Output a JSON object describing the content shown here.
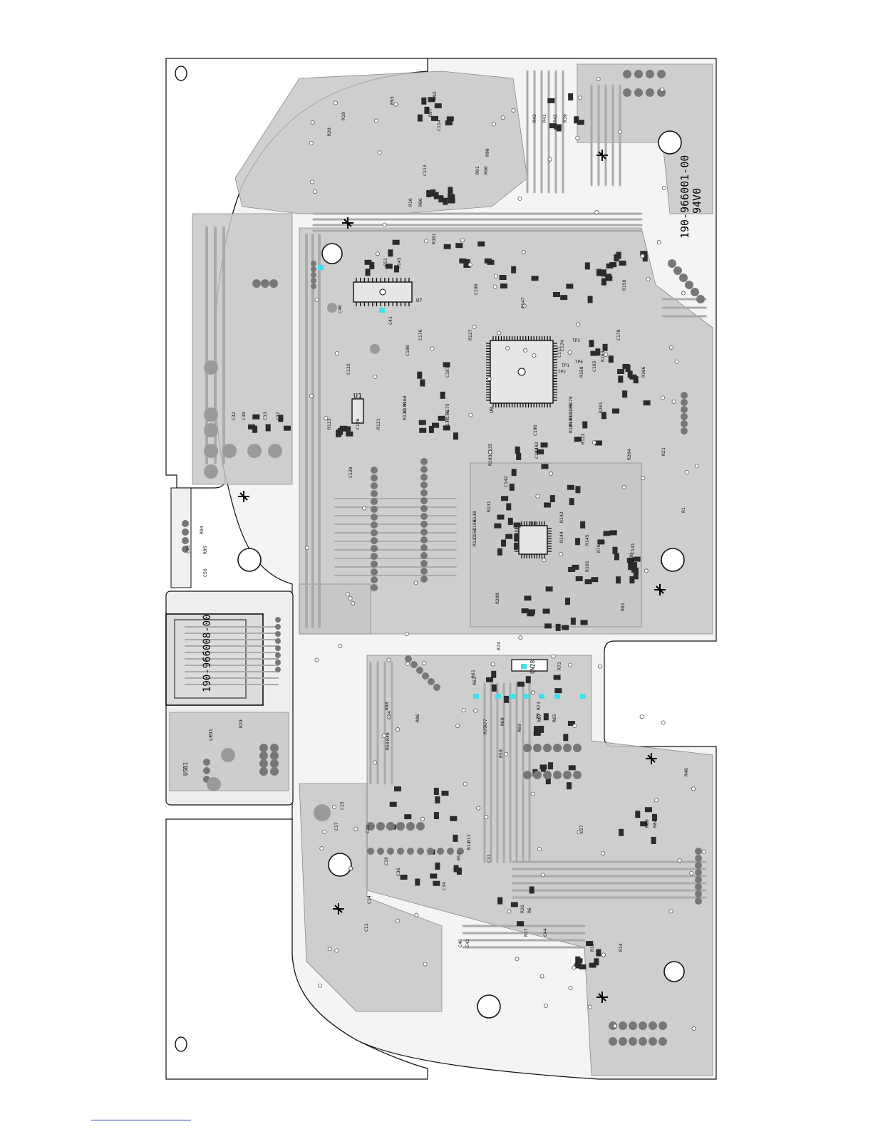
{
  "board": {
    "main_part_number": "190-966001-00",
    "main_rating": "94V0",
    "sub_part_number": "190-966008-00"
  },
  "ics": [
    {
      "ref": "U7"
    },
    {
      "ref": "U9"
    },
    {
      "ref": "U8"
    },
    {
      "ref": "U1"
    }
  ],
  "connectors": [
    {
      "ref": "CN28"
    },
    {
      "ref": "USB1"
    },
    {
      "ref": "LED1"
    }
  ],
  "test_points": [
    "TP3",
    "TP1",
    "TP2",
    "TP6"
  ],
  "components": [
    {
      "ref": "R43"
    },
    {
      "ref": "R41"
    },
    {
      "ref": "R42"
    },
    {
      "ref": "R39"
    },
    {
      "ref": "R93"
    },
    {
      "ref": "R92"
    },
    {
      "ref": "R97"
    },
    {
      "ref": "R19"
    },
    {
      "ref": "R20"
    },
    {
      "ref": "C114"
    },
    {
      "ref": "C113"
    },
    {
      "ref": "R91"
    },
    {
      "ref": "R90"
    },
    {
      "ref": "R98"
    },
    {
      "ref": "R10"
    },
    {
      "ref": "R86"
    },
    {
      "ref": "R301"
    },
    {
      "ref": "R143"
    },
    {
      "ref": "C51"
    },
    {
      "ref": "C41"
    },
    {
      "ref": "C40"
    },
    {
      "ref": "C190"
    },
    {
      "ref": "R147"
    },
    {
      "ref": "R127"
    },
    {
      "ref": "R150"
    },
    {
      "ref": "C174"
    },
    {
      "ref": "C177"
    },
    {
      "ref": "C178"
    },
    {
      "ref": "C176"
    },
    {
      "ref": "R163"
    },
    {
      "ref": "C165"
    },
    {
      "ref": "R158"
    },
    {
      "ref": "R166"
    },
    {
      "ref": "C132"
    },
    {
      "ref": "C180"
    },
    {
      "ref": "C187"
    },
    {
      "ref": "R168"
    },
    {
      "ref": "R170"
    },
    {
      "ref": "R172"
    },
    {
      "ref": "R175"
    },
    {
      "ref": "R176"
    },
    {
      "ref": "R177"
    },
    {
      "ref": "R179"
    },
    {
      "ref": "R180"
    },
    {
      "ref": "R182"
    },
    {
      "ref": "R183"
    },
    {
      "ref": "R185"
    },
    {
      "ref": "R201"
    },
    {
      "ref": "R122"
    },
    {
      "ref": "C196"
    },
    {
      "ref": "C135"
    },
    {
      "ref": "C182"
    },
    {
      "ref": "C183"
    },
    {
      "ref": "R193"
    },
    {
      "ref": "R204"
    },
    {
      "ref": "R21"
    },
    {
      "ref": "R1"
    },
    {
      "ref": "C128"
    },
    {
      "ref": "C142"
    },
    {
      "ref": "R131"
    },
    {
      "ref": "R138"
    },
    {
      "ref": "C156"
    },
    {
      "ref": "C158"
    },
    {
      "ref": "R137"
    },
    {
      "ref": "R142"
    },
    {
      "ref": "R144"
    },
    {
      "ref": "R145"
    },
    {
      "ref": "R76"
    },
    {
      "ref": "R101"
    },
    {
      "ref": "C141"
    },
    {
      "ref": "R200"
    },
    {
      "ref": "R81"
    },
    {
      "ref": "R208"
    },
    {
      "ref": "R74"
    },
    {
      "ref": "R72"
    },
    {
      "ref": "R61"
    },
    {
      "ref": "R62"
    },
    {
      "ref": "R73"
    },
    {
      "ref": "R9"
    },
    {
      "ref": "R77"
    },
    {
      "ref": "R75"
    },
    {
      "ref": "R60"
    },
    {
      "ref": "R69"
    },
    {
      "ref": "R67"
    },
    {
      "ref": "R65"
    },
    {
      "ref": "R86"
    },
    {
      "ref": "R40"
    },
    {
      "ref": "R50"
    },
    {
      "ref": "R59"
    },
    {
      "ref": "R88"
    },
    {
      "ref": "C24"
    },
    {
      "ref": "R48"
    },
    {
      "ref": "R29"
    },
    {
      "ref": "R94"
    },
    {
      "ref": "R95"
    },
    {
      "ref": "C55"
    },
    {
      "ref": "C56"
    },
    {
      "ref": "C15"
    },
    {
      "ref": "C17"
    },
    {
      "ref": "C21"
    },
    {
      "ref": "C19"
    },
    {
      "ref": "C36"
    },
    {
      "ref": "C34"
    },
    {
      "ref": "R13"
    },
    {
      "ref": "R12"
    },
    {
      "ref": "R57"
    },
    {
      "ref": "C31"
    },
    {
      "ref": "R16"
    },
    {
      "ref": "R6"
    },
    {
      "ref": "C44"
    },
    {
      "ref": "R17"
    },
    {
      "ref": "C11"
    },
    {
      "ref": "C14"
    },
    {
      "ref": "C46"
    },
    {
      "ref": "C42"
    },
    {
      "ref": "R15"
    },
    {
      "ref": "R14"
    },
    {
      "ref": "C27"
    },
    {
      "ref": "R89"
    },
    {
      "ref": "R84"
    },
    {
      "ref": "C32"
    },
    {
      "ref": "C33"
    },
    {
      "ref": "C37"
    },
    {
      "ref": "C38"
    },
    {
      "ref": "C126"
    },
    {
      "ref": "R121"
    },
    {
      "ref": "R123"
    }
  ]
}
